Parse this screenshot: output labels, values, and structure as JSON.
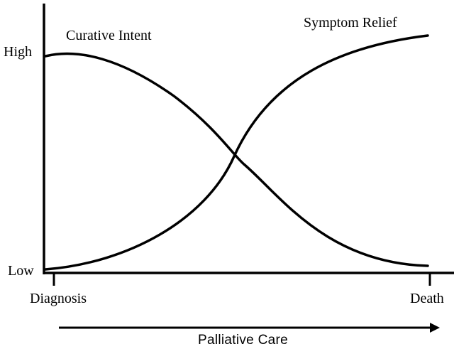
{
  "diagram": {
    "y_axis": {
      "high_label": "High",
      "low_label": "Low"
    },
    "x_axis": {
      "start_label": "Diagnosis",
      "end_label": "Death"
    },
    "curves": {
      "curative": {
        "label": "Curative Intent",
        "trend": "decreasing"
      },
      "symptom": {
        "label": "Symptom Relief",
        "trend": "increasing"
      }
    },
    "arrow": {
      "label": "Palliative Care",
      "direction": "right"
    },
    "colors": {
      "line": "#000000",
      "background": "#ffffff"
    }
  }
}
